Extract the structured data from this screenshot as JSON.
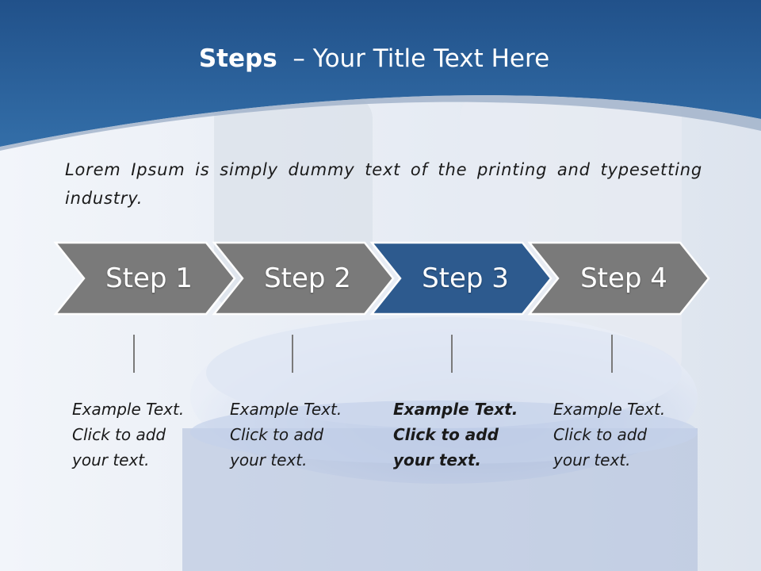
{
  "slide": {
    "title_bold": "Steps",
    "title_rest": "– Your Title Text Here",
    "intro": "Lorem Ipsum is simply dummy text of the printing and typesetting industry."
  },
  "steps": [
    {
      "label": "Step 1",
      "text": "Example Text.\nClick  to add\nyour text.",
      "active": false
    },
    {
      "label": "Step 2",
      "text": "Example Text.\nClick  to add\nyour text.",
      "active": false
    },
    {
      "label": "Step 3",
      "text": "Example Text.\nClick  to add\nyour text.",
      "active": true
    },
    {
      "label": "Step 4",
      "text": "Example Text.\nClick  to add\nyour text.",
      "active": false
    }
  ],
  "colors": {
    "header_blue": "#2a6099",
    "active_step": "#2d5a8e",
    "inactive_step": "#7a7a7a"
  }
}
